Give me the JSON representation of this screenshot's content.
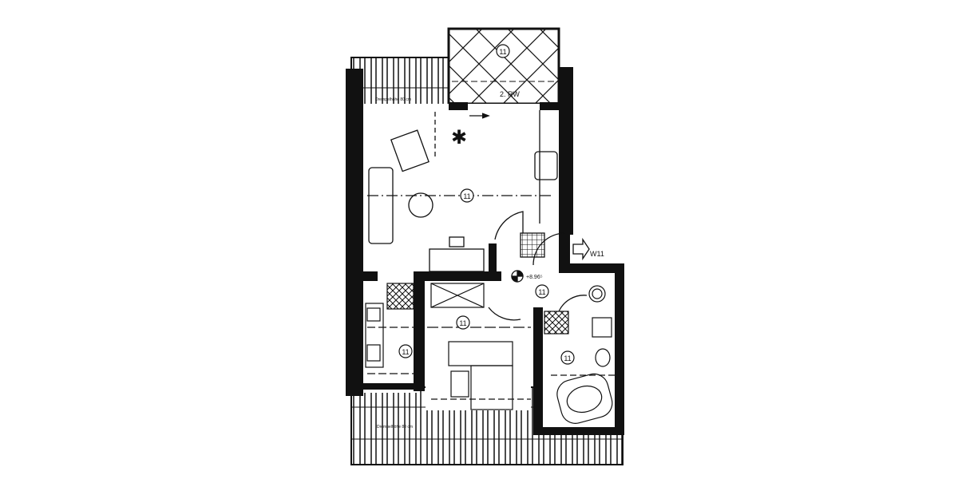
{
  "plan": {
    "room_number": "11",
    "balcony_label": "2. RW",
    "knee_wall_top": "Drempelhöhe 80 cm",
    "knee_wall_bottom": "Drempelhöhe 80 cm",
    "elevation": "+8.96⁵",
    "entrance_label": "W11"
  },
  "colors": {
    "wall": "#111111",
    "background": "#ffffff"
  }
}
